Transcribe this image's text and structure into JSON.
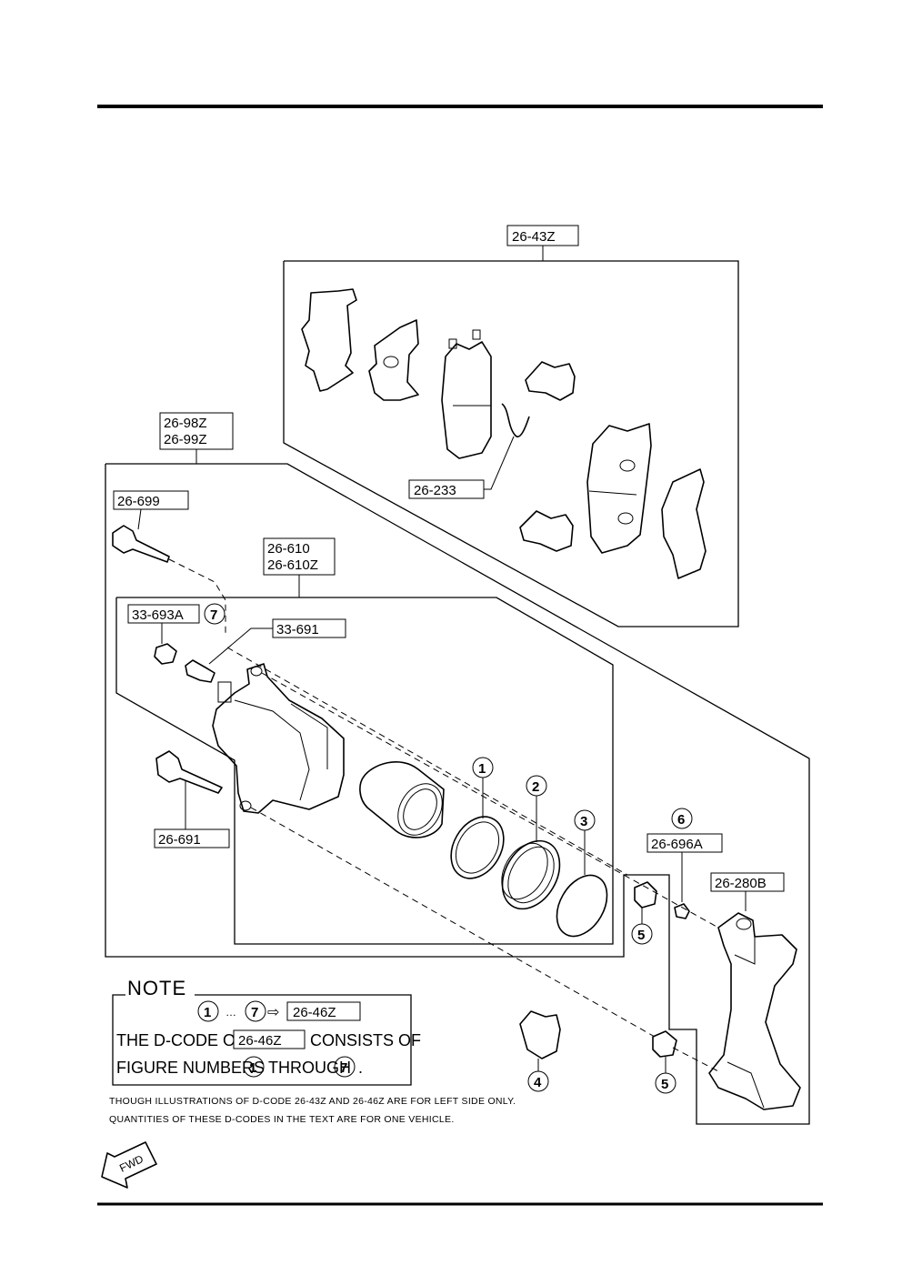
{
  "codes": {
    "pad_kit": "26-43Z",
    "caliper_asm_a": "26-98Z",
    "caliper_asm_b": "26-99Z",
    "clip_spring": "26-233",
    "guide_bolt_top": "26-699",
    "caliper_body_a": "26-610",
    "caliper_body_b": "26-610Z",
    "bleeder_cap": "33-693A",
    "bleeder_screw": "33-691",
    "guide_bolt_bottom": "26-691",
    "dust_boot": "26-696A",
    "bracket": "26-280B"
  },
  "figure_numbers": {
    "piston_seal": "1",
    "dust_seal": "2",
    "ring": "3",
    "retainer": "4",
    "boot_upper": "5",
    "boot_lower": "5",
    "bushing": "6",
    "cap": "7"
  },
  "note": {
    "title": "NOTE",
    "range_start": "1",
    "range_dots": "…",
    "range_end": "7",
    "arrow": "⇨",
    "range_code": "26-46Z",
    "line1_prefix": "THE D-CODE OF",
    "line1_code": "26-46Z",
    "line1_suffix": "CONSISTS OF",
    "line2_prefix": "FIGURE NUMBERS",
    "line2_num1": "1",
    "line2_middle": "THROUGH",
    "line2_num2": "7",
    "line2_end": "."
  },
  "footnote": {
    "line1": "THOUGH ILLUSTRATIONS OF D-CODE 26-43Z AND 26-46Z ARE FOR LEFT SIDE ONLY.",
    "line2": "QUANTITIES OF THESE D-CODES IN THE TEXT ARE FOR ONE VEHICLE."
  },
  "fwd_label": "FWD"
}
